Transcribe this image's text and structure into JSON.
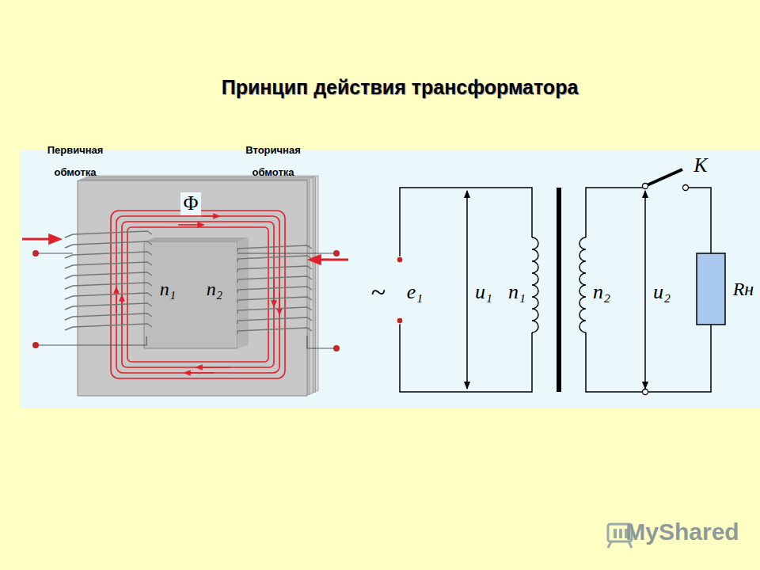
{
  "diagram": {
    "title": "Принцип действия трансформатора",
    "labels": [
      "Первичная обмотка",
      "Вторичная обмотка",
      "Φ",
      "n₁",
      "n₂",
      "~",
      "e₁",
      "u₁",
      "n₁",
      "n₂",
      "u₂",
      "K",
      "Rн",
      "MyShared"
    ]
  }
}
